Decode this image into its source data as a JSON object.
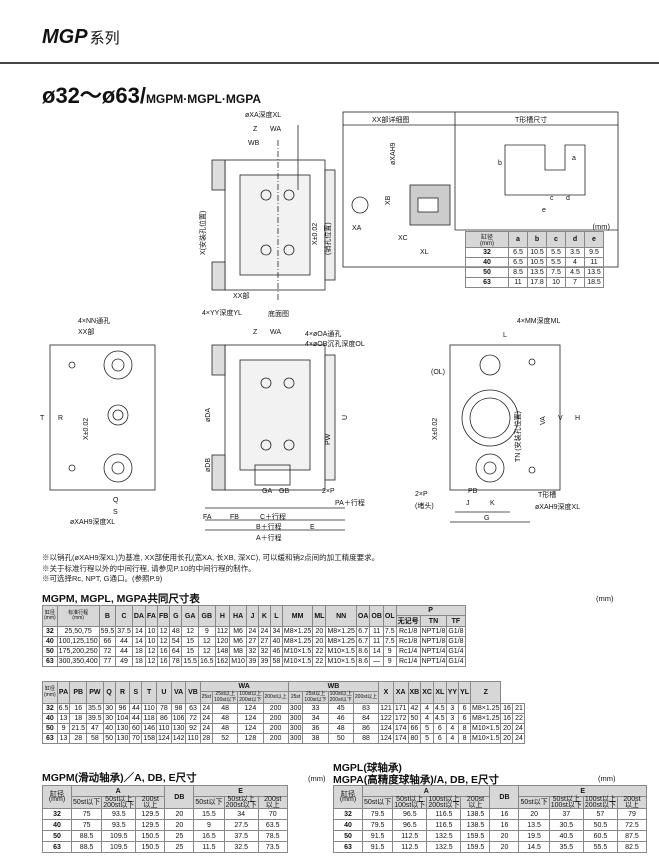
{
  "header": {
    "series_name": "MGP",
    "series_suffix": "系列"
  },
  "subtitle": {
    "bore_range": "ø32～ø63/",
    "models": "MGPM·MGPL·MGPA"
  },
  "drawing": {
    "xx_title": "XX部详细图",
    "t_title": "T形槽尺寸",
    "labels": {
      "xa_depth_xl": "øXA深度XL",
      "z": "Z",
      "wa": "WA",
      "wb": "WB",
      "x_hole": "X(安装孔位置)",
      "x_tol": "X±0.02",
      "pin_pos": "(销孔位置)",
      "xx": "XX部",
      "yy": "4×YY深度YL",
      "bottom": "底面图",
      "nn": "4×NN通孔",
      "oa": "4×øOA通孔",
      "ob": "4×øOB沉孔深度OL",
      "mm": "4×MM深度ML",
      "l": "L",
      "ol": "(OL)",
      "t": "T",
      "r": "R",
      "q": "Q",
      "s": "S",
      "xa_h9": "øXAH9深度XL",
      "fa": "FA",
      "fb": "FB",
      "c_st": "C＋行程",
      "b_st": "B＋行程",
      "a_st": "A＋行程",
      "ga": "GA",
      "gb": "GB",
      "e": "E",
      "p2": "2×P",
      "pa_st": "PA＋行程",
      "p2b": "2×P",
      "ends": "(堵头)",
      "pb": "PB",
      "j": "J",
      "k": "K",
      "g": "G",
      "tslot": "T形槽",
      "xa_h9b": "øXAH9深度XL",
      "da": "øDA",
      "db": "øDB",
      "pw": "PW",
      "u": "U",
      "va": "VA",
      "v": "V",
      "h": "H",
      "tn_pos": "TN (安装孔位置)",
      "xb": "XB",
      "xc": "XC",
      "xl": "XL",
      "xa": "XA",
      "a": "a",
      "b": "b",
      "c": "c",
      "d": "d",
      "e_": "e",
      "xa_h9c": "øXAH9"
    },
    "t_table": {
      "unit": "(mm)",
      "headers": [
        "缸径\n(mm)",
        "a",
        "b",
        "c",
        "d",
        "e"
      ],
      "rows": [
        [
          "32",
          "6.5",
          "10.5",
          "5.5",
          "3.5",
          "9.5"
        ],
        [
          "40",
          "6.5",
          "10.5",
          "5.5",
          "4",
          "11"
        ],
        [
          "50",
          "8.5",
          "13.5",
          "7.5",
          "4.5",
          "13.5"
        ],
        [
          "63",
          "11",
          "17.8",
          "10",
          "7",
          "18.5"
        ]
      ]
    }
  },
  "notes": [
    "※以销孔(øXAH9深XL)为基准, XX部使用长孔(宽XA, 长XB, 深XC), 可以缓和销2点间的加工精度要求。",
    "※关于标准行程以外的中间行程, 请参见P.10的中间行程的制作。",
    "※可选择Rc, NPT, G通口。(参照P.9)"
  ],
  "common_table": {
    "title": "MGPM, MGPL, MGPA共同尺寸表",
    "unit": "(mm)",
    "head1": [
      "缸径\n(mm)",
      "标准行程\n(mm)",
      "B",
      "C",
      "DA",
      "FA",
      "FB",
      "G",
      "GA",
      "GB",
      "H",
      "HA",
      "J",
      "K",
      "L",
      "MM",
      "ML",
      "NN",
      "OA",
      "OB",
      "OL",
      "P"
    ],
    "p_sub": [
      "无记号",
      "TN",
      "TF"
    ],
    "rows1": [
      [
        "32",
        "25,50,75",
        "59.5",
        "37.5",
        "14",
        "10",
        "12",
        "48",
        "12",
        "9",
        "112",
        "M6",
        "24",
        "24",
        "34",
        "M8×1.25",
        "20",
        "M8×1.25",
        "6.7",
        "11",
        "7.5",
        "Rc1/8",
        "NPT1/8",
        "G1/8"
      ],
      [
        "40",
        "100,125,150",
        "66",
        "44",
        "14",
        "10",
        "12",
        "54",
        "15",
        "12",
        "120",
        "M6",
        "27",
        "27",
        "40",
        "M8×1.25",
        "20",
        "M8×1.25",
        "6.7",
        "11",
        "7.5",
        "Rc1/8",
        "NPT1/8",
        "G1/8"
      ],
      [
        "50",
        "175,200,250",
        "72",
        "44",
        "18",
        "12",
        "16",
        "64",
        "15",
        "12",
        "148",
        "M8",
        "32",
        "32",
        "46",
        "M10×1.5",
        "22",
        "M10×1.5",
        "8.6",
        "14",
        "9",
        "Rc1/4",
        "NPT1/4",
        "G1/4"
      ],
      [
        "63",
        "300,350,400",
        "77",
        "49",
        "18",
        "12",
        "16",
        "78",
        "15.5",
        "16.5",
        "162",
        "M10",
        "39",
        "39",
        "58",
        "M10×1.5",
        "22",
        "M10×1.5",
        "8.6",
        "—",
        "9",
        "Rc1/4",
        "NPT1/4",
        "G1/4"
      ]
    ],
    "head2": [
      "缸径\n(mm)",
      "PA",
      "PB",
      "PW",
      "Q",
      "R",
      "S",
      "T",
      "U",
      "VA",
      "VB",
      "WA",
      "WB",
      "X",
      "XA",
      "XB",
      "XC",
      "XL",
      "YY",
      "YL",
      "Z"
    ],
    "wa_sub": [
      "25st",
      "25st以上\n100st以下",
      "100st以上\n200st以下",
      "200st以上"
    ],
    "wb_sub": [
      "25st",
      "25st以上\n100st以下",
      "100st以上\n200st以下",
      "200st以上"
    ],
    "rows2": [
      [
        "32",
        "6.5",
        "16",
        "35.5",
        "30",
        "96",
        "44",
        "110",
        "78",
        "98",
        "63",
        "24",
        "48",
        "124",
        "200",
        "300",
        "33",
        "45",
        "83",
        "121",
        "171",
        "42",
        "4",
        "4.5",
        "3",
        "6",
        "M8×1.25",
        "16",
        "21"
      ],
      [
        "40",
        "13",
        "18",
        "39.5",
        "30",
        "104",
        "44",
        "118",
        "86",
        "106",
        "72",
        "24",
        "48",
        "124",
        "200",
        "300",
        "34",
        "46",
        "84",
        "122",
        "172",
        "50",
        "4",
        "4.5",
        "3",
        "6",
        "M8×1.25",
        "16",
        "22"
      ],
      [
        "50",
        "9",
        "21.5",
        "47",
        "40",
        "130",
        "60",
        "146",
        "110",
        "130",
        "92",
        "24",
        "48",
        "124",
        "200",
        "300",
        "36",
        "48",
        "86",
        "124",
        "174",
        "66",
        "5",
        "6",
        "4",
        "8",
        "M10×1.5",
        "20",
        "24"
      ],
      [
        "63",
        "13",
        "28",
        "58",
        "50",
        "130",
        "70",
        "158",
        "124",
        "142",
        "110",
        "28",
        "52",
        "128",
        "200",
        "300",
        "38",
        "50",
        "88",
        "124",
        "174",
        "80",
        "5",
        "6",
        "4",
        "8",
        "M10×1.5",
        "20",
        "24"
      ]
    ]
  },
  "mgpm_table": {
    "title": "MGPM(滑动轴承)／A, DB, E尺寸",
    "unit": "(mm)",
    "head": [
      "缸径\n(mm)",
      "A",
      "DB",
      "E"
    ],
    "a_sub": [
      "50st以下",
      "50st以上\n200st以下",
      "200st\n以上"
    ],
    "e_sub": [
      "50st以下",
      "50st以上\n200st以下",
      "200st\n以上"
    ],
    "rows": [
      [
        "32",
        "75",
        "93.5",
        "129.5",
        "20",
        "15.5",
        "34",
        "70"
      ],
      [
        "40",
        "75",
        "93.5",
        "129.5",
        "20",
        "9",
        "27.5",
        "63.5"
      ],
      [
        "50",
        "88.5",
        "109.5",
        "150.5",
        "25",
        "16.5",
        "37.5",
        "78.5"
      ],
      [
        "63",
        "88.5",
        "109.5",
        "150.5",
        "25",
        "11.5",
        "32.5",
        "73.5"
      ]
    ]
  },
  "mgpl_table": {
    "title1": "MGPL(球轴承)",
    "title2": "MGPA(高精度球轴承)/A, DB, E尺寸",
    "unit": "(mm)",
    "head": [
      "缸径\n(mm)",
      "A",
      "DB",
      "E"
    ],
    "a_sub": [
      "50st以下",
      "50st以上\n100st以下",
      "100st以上\n200st以下",
      "200st\n以上"
    ],
    "e_sub": [
      "50st以下",
      "50st以上\n100st以下",
      "100st以上\n200st以下",
      "200st\n以上"
    ],
    "rows": [
      [
        "32",
        "79.5",
        "96.5",
        "116.5",
        "138.5",
        "16",
        "20",
        "37",
        "57",
        "79"
      ],
      [
        "40",
        "79.5",
        "96.5",
        "116.5",
        "138.5",
        "16",
        "13.5",
        "30.5",
        "50.5",
        "72.5"
      ],
      [
        "50",
        "91.5",
        "112.5",
        "132.5",
        "159.5",
        "20",
        "19.5",
        "40.5",
        "60.5",
        "87.5"
      ],
      [
        "63",
        "91.5",
        "112.5",
        "132.5",
        "159.5",
        "20",
        "14.5",
        "35.5",
        "55.5",
        "82.5"
      ]
    ]
  }
}
